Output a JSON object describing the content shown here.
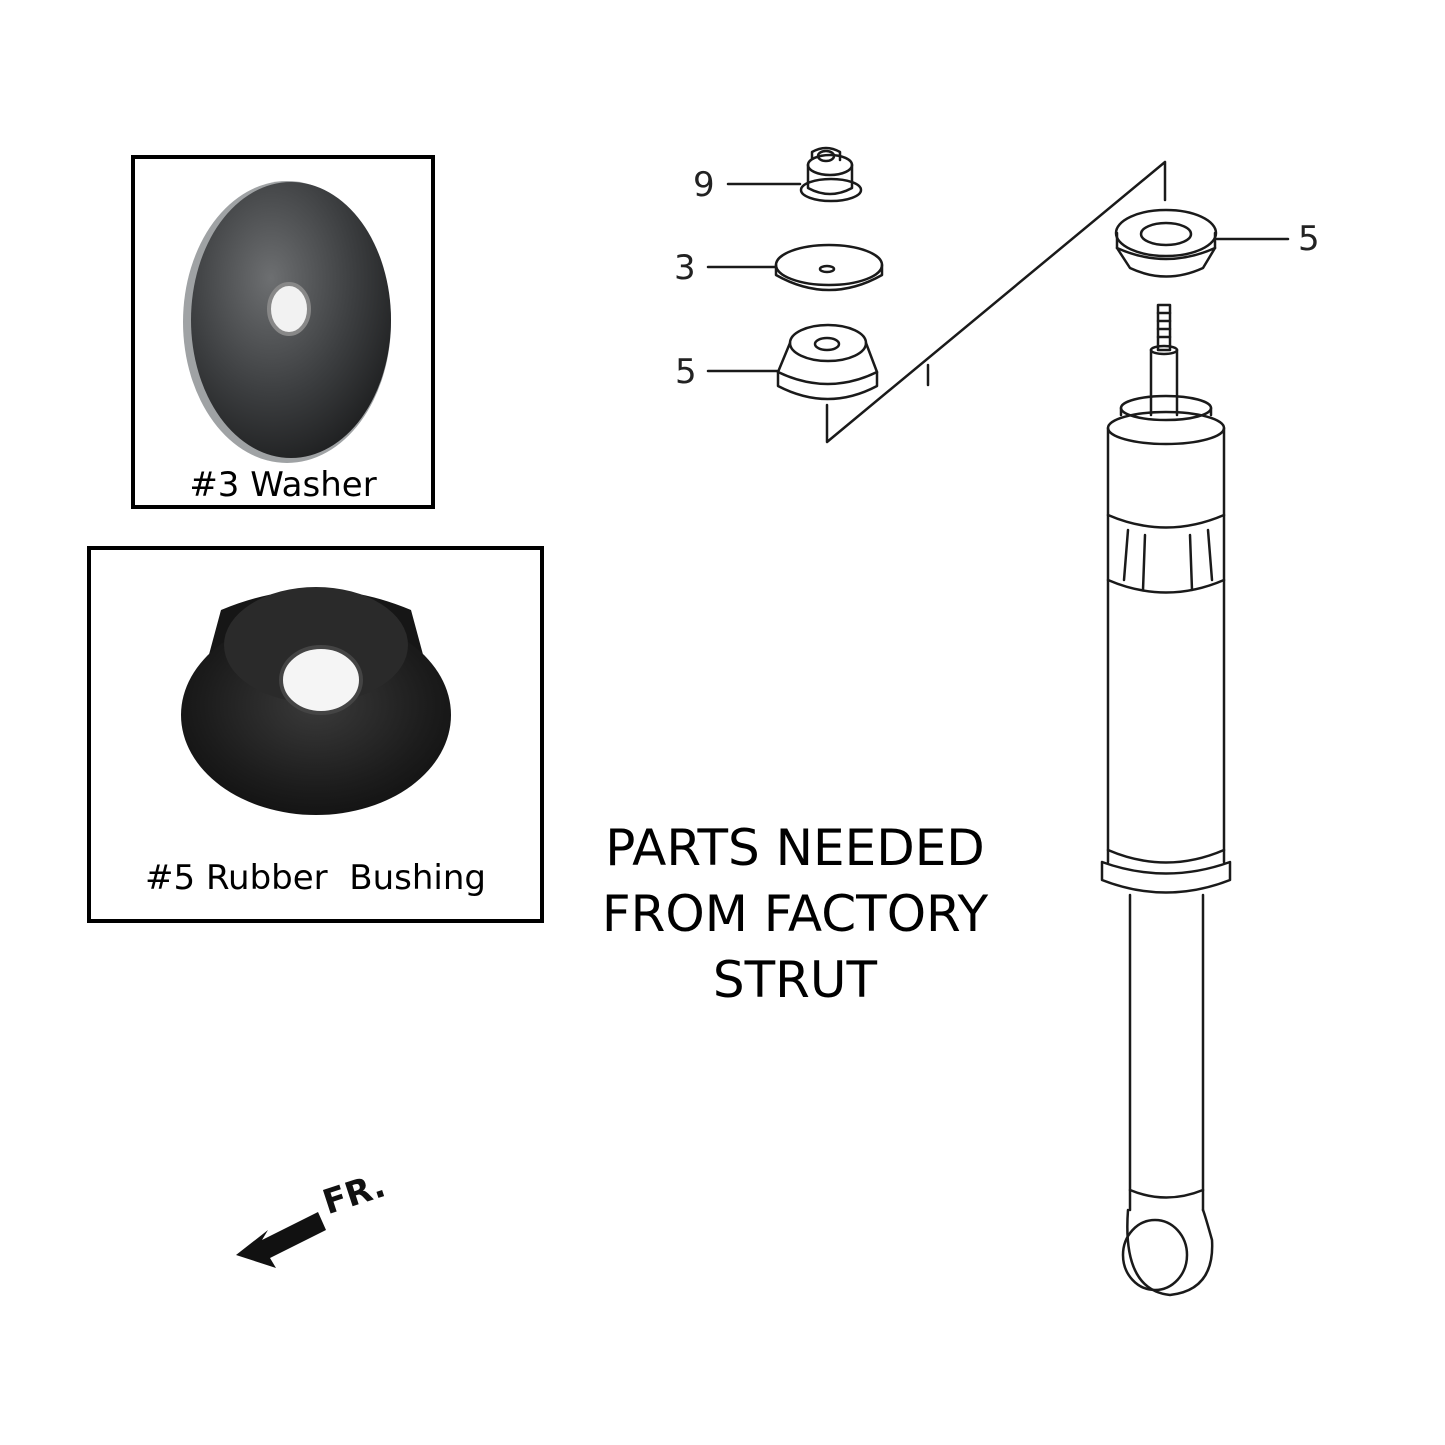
{
  "panels": {
    "washer": {
      "caption": "#3 Washer"
    },
    "bushing": {
      "caption": "#5 Rubber  Bushing"
    }
  },
  "heading": {
    "lines": [
      "PARTS NEEDED",
      "FROM FACTORY",
      "STRUT"
    ]
  },
  "callouts": {
    "nut": "9",
    "washer": "3",
    "lower_bushing": "5",
    "upper_bushing": "5"
  },
  "direction": {
    "label": "FR."
  }
}
